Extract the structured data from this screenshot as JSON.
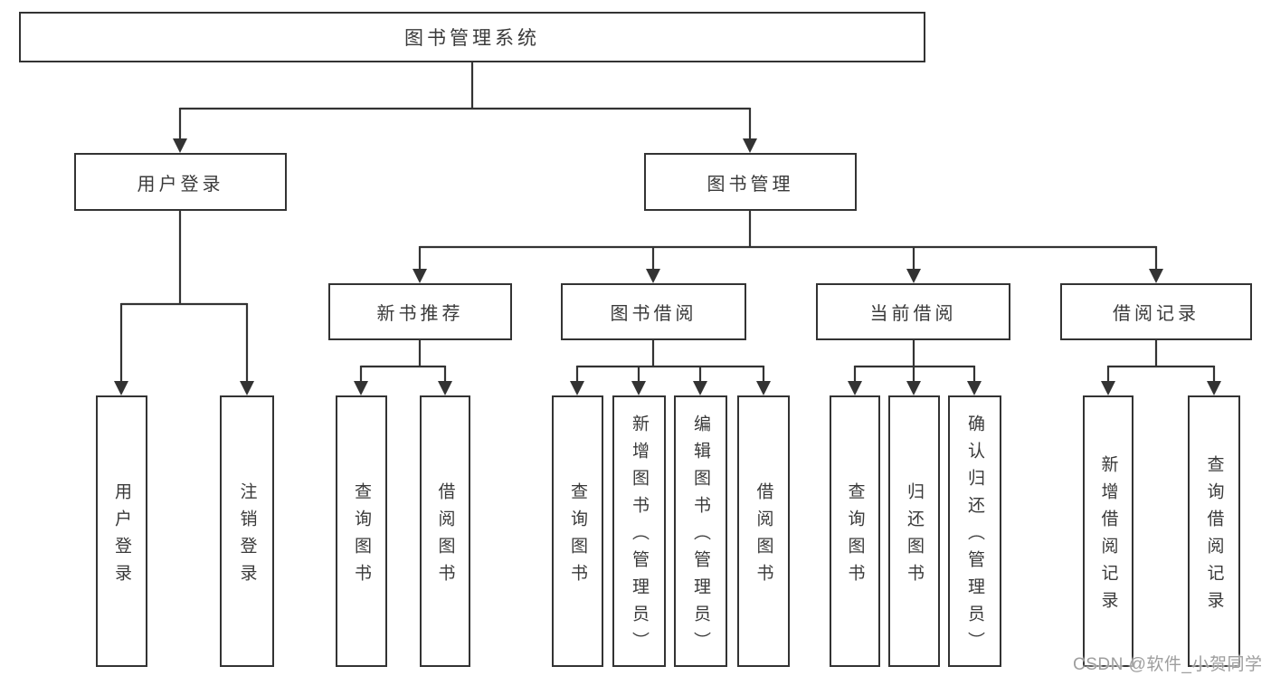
{
  "diagram": {
    "title": "图书管理系统",
    "root": {
      "label": "图书管理系统"
    },
    "branches": [
      {
        "label": "用户登录",
        "children": [
          {
            "label": "用户登录"
          },
          {
            "label": "注销登录"
          }
        ]
      },
      {
        "label": "图书管理",
        "children": [
          {
            "label": "新书推荐",
            "children": [
              {
                "label": "查询图书"
              },
              {
                "label": "借阅图书"
              }
            ]
          },
          {
            "label": "图书借阅",
            "children": [
              {
                "label": "查询图书"
              },
              {
                "label": "新增图书（管理员）"
              },
              {
                "label": "编辑图书（管理员）"
              },
              {
                "label": "借阅图书"
              }
            ]
          },
          {
            "label": "当前借阅",
            "children": [
              {
                "label": "查询图书"
              },
              {
                "label": "归还图书"
              },
              {
                "label": "确认归还（管理员）"
              }
            ]
          },
          {
            "label": "借阅记录",
            "children": [
              {
                "label": "新增借阅记录"
              },
              {
                "label": "查询借阅记录"
              }
            ]
          }
        ]
      }
    ]
  },
  "watermark": "CSDN @软件_小贺同学",
  "colors": {
    "line": "#333333",
    "text": "#3a3a3a",
    "watermark": "#9e9e9e",
    "background": "#ffffff"
  }
}
